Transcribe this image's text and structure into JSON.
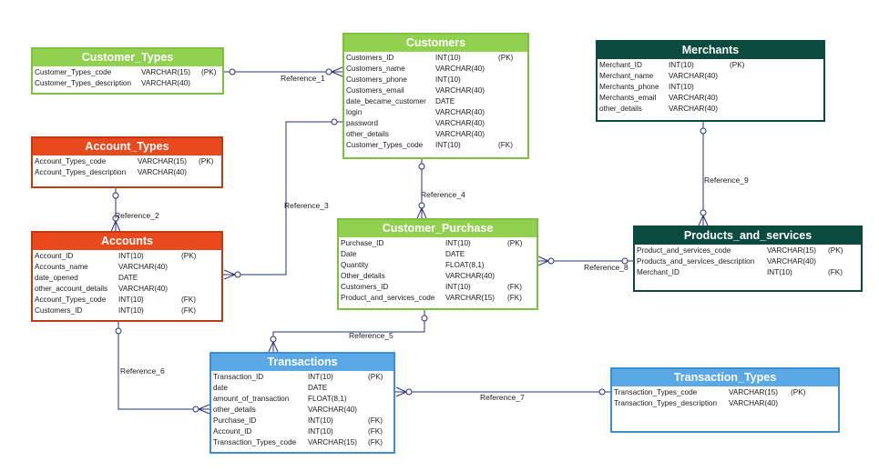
{
  "colors": {
    "green": "#92d050",
    "green_border": "#7fbf3f",
    "orange": "#e84a1e",
    "orange_border": "#c23a12",
    "dark_green": "#0b4a3f",
    "blue": "#5aa8e6",
    "blue_border": "#3f8fd0",
    "line": "#2b2f7a"
  },
  "entities": {
    "customer_types": {
      "title": "Customer_Types",
      "rows": [
        {
          "name": "Customer_Types_code",
          "type": "VARCHAR(15)",
          "key": "(PK)"
        },
        {
          "name": "Customer_Types_description",
          "type": "VARCHAR(40)",
          "key": ""
        }
      ]
    },
    "customers": {
      "title": "Customers",
      "rows": [
        {
          "name": "Customers_ID",
          "type": "INT(10)",
          "key": "(PK)"
        },
        {
          "name": "Customers_name",
          "type": "VARCHAR(40)",
          "key": ""
        },
        {
          "name": "Customers_phone",
          "type": "INT(10)",
          "key": ""
        },
        {
          "name": "Customers_email",
          "type": "VARCHAR(40)",
          "key": ""
        },
        {
          "name": "date_became_customer",
          "type": "DATE",
          "key": ""
        },
        {
          "name": "login",
          "type": "VARCHAR(40)",
          "key": ""
        },
        {
          "name": "password",
          "type": "VARCHAR(40)",
          "key": ""
        },
        {
          "name": "other_details",
          "type": "VARCHAR(40)",
          "key": ""
        },
        {
          "name": "Customer_Types_code",
          "type": "INT(10)",
          "key": "(FK)"
        }
      ]
    },
    "merchants": {
      "title": "Merchants",
      "rows": [
        {
          "name": "Merchant_ID",
          "type": "INT(10)",
          "key": "(PK)"
        },
        {
          "name": "Merchant_name",
          "type": "VARCHAR(40)",
          "key": ""
        },
        {
          "name": "Merchants_phone",
          "type": "INT(10)",
          "key": ""
        },
        {
          "name": "Merchants_email",
          "type": "VARCHAR(40)",
          "key": ""
        },
        {
          "name": "other_details",
          "type": "VARCHAR(40)",
          "key": ""
        }
      ]
    },
    "account_types": {
      "title": "Account_Types",
      "rows": [
        {
          "name": "Account_Types_code",
          "type": "VARCHAR(15)",
          "key": "(PK)"
        },
        {
          "name": "Account_Types_description",
          "type": "VARCHAR(40)",
          "key": ""
        }
      ]
    },
    "accounts": {
      "title": "Accounts",
      "rows": [
        {
          "name": "Account_ID",
          "type": "INT(10)",
          "key": "(PK)"
        },
        {
          "name": "Accounts_name",
          "type": "VARCHAR(40)",
          "key": ""
        },
        {
          "name": "date_opened",
          "type": "DATE",
          "key": ""
        },
        {
          "name": "other_account_details",
          "type": "VARCHAR(40)",
          "key": ""
        },
        {
          "name": "Account_Types_code",
          "type": "INT(10)",
          "key": "(FK)"
        },
        {
          "name": "Customers_ID",
          "type": "INT(10)",
          "key": "(FK)"
        }
      ]
    },
    "customer_purchase": {
      "title": "Customer_Purchase",
      "rows": [
        {
          "name": "Purchase_ID",
          "type": "INT(10)",
          "key": "(PK)"
        },
        {
          "name": "Date",
          "type": "DATE",
          "key": ""
        },
        {
          "name": "Quantity",
          "type": "FLOAT(8,1)",
          "key": ""
        },
        {
          "name": "Other_details",
          "type": "VARCHAR(40)",
          "key": ""
        },
        {
          "name": "Customers_ID",
          "type": "INT(10)",
          "key": "(FK)"
        },
        {
          "name": "Product_and_services_code",
          "type": "VARCHAR(15)",
          "key": "(FK)"
        }
      ]
    },
    "products_and_services": {
      "title": "Products_and_services",
      "rows": [
        {
          "name": "Product_and_services_code",
          "type": "VARCHAR(15)",
          "key": "(PK)"
        },
        {
          "name": "Products_and_services_description",
          "type": "VARCHAR(40)",
          "key": ""
        },
        {
          "name": "Merchant_ID",
          "type": "INT(10)",
          "key": "(FK)"
        }
      ]
    },
    "transactions": {
      "title": "Transactions",
      "rows": [
        {
          "name": "Transaction_ID",
          "type": "INT(10)",
          "key": "(PK)"
        },
        {
          "name": "date",
          "type": "DATE",
          "key": ""
        },
        {
          "name": "amount_of_transaction",
          "type": "FLOAT(8,1)",
          "key": ""
        },
        {
          "name": "other_details",
          "type": "VARCHAR(40)",
          "key": ""
        },
        {
          "name": "Purchase_ID",
          "type": "INT(10)",
          "key": "(FK)"
        },
        {
          "name": "Account_ID",
          "type": "INT(10)",
          "key": "(FK)"
        },
        {
          "name": "Transaction_Types_code",
          "type": "VARCHAR(15)",
          "key": "(FK)"
        }
      ]
    },
    "transaction_types": {
      "title": "Transaction_Types",
      "rows": [
        {
          "name": "Transaction_Types_code",
          "type": "VARCHAR(15)",
          "key": "(PK)"
        },
        {
          "name": "Transaction_Types_description",
          "type": "VARCHAR(40)",
          "key": ""
        }
      ]
    }
  },
  "references": {
    "r1": "Reference_1",
    "r3": "Reference_3",
    "r4": "Reference_4",
    "r2": "Reference_2",
    "r9": "Reference_9",
    "r8": "Reference_8",
    "r5": "Reference_5",
    "r6": "Reference_6",
    "r7": "Reference_7"
  }
}
